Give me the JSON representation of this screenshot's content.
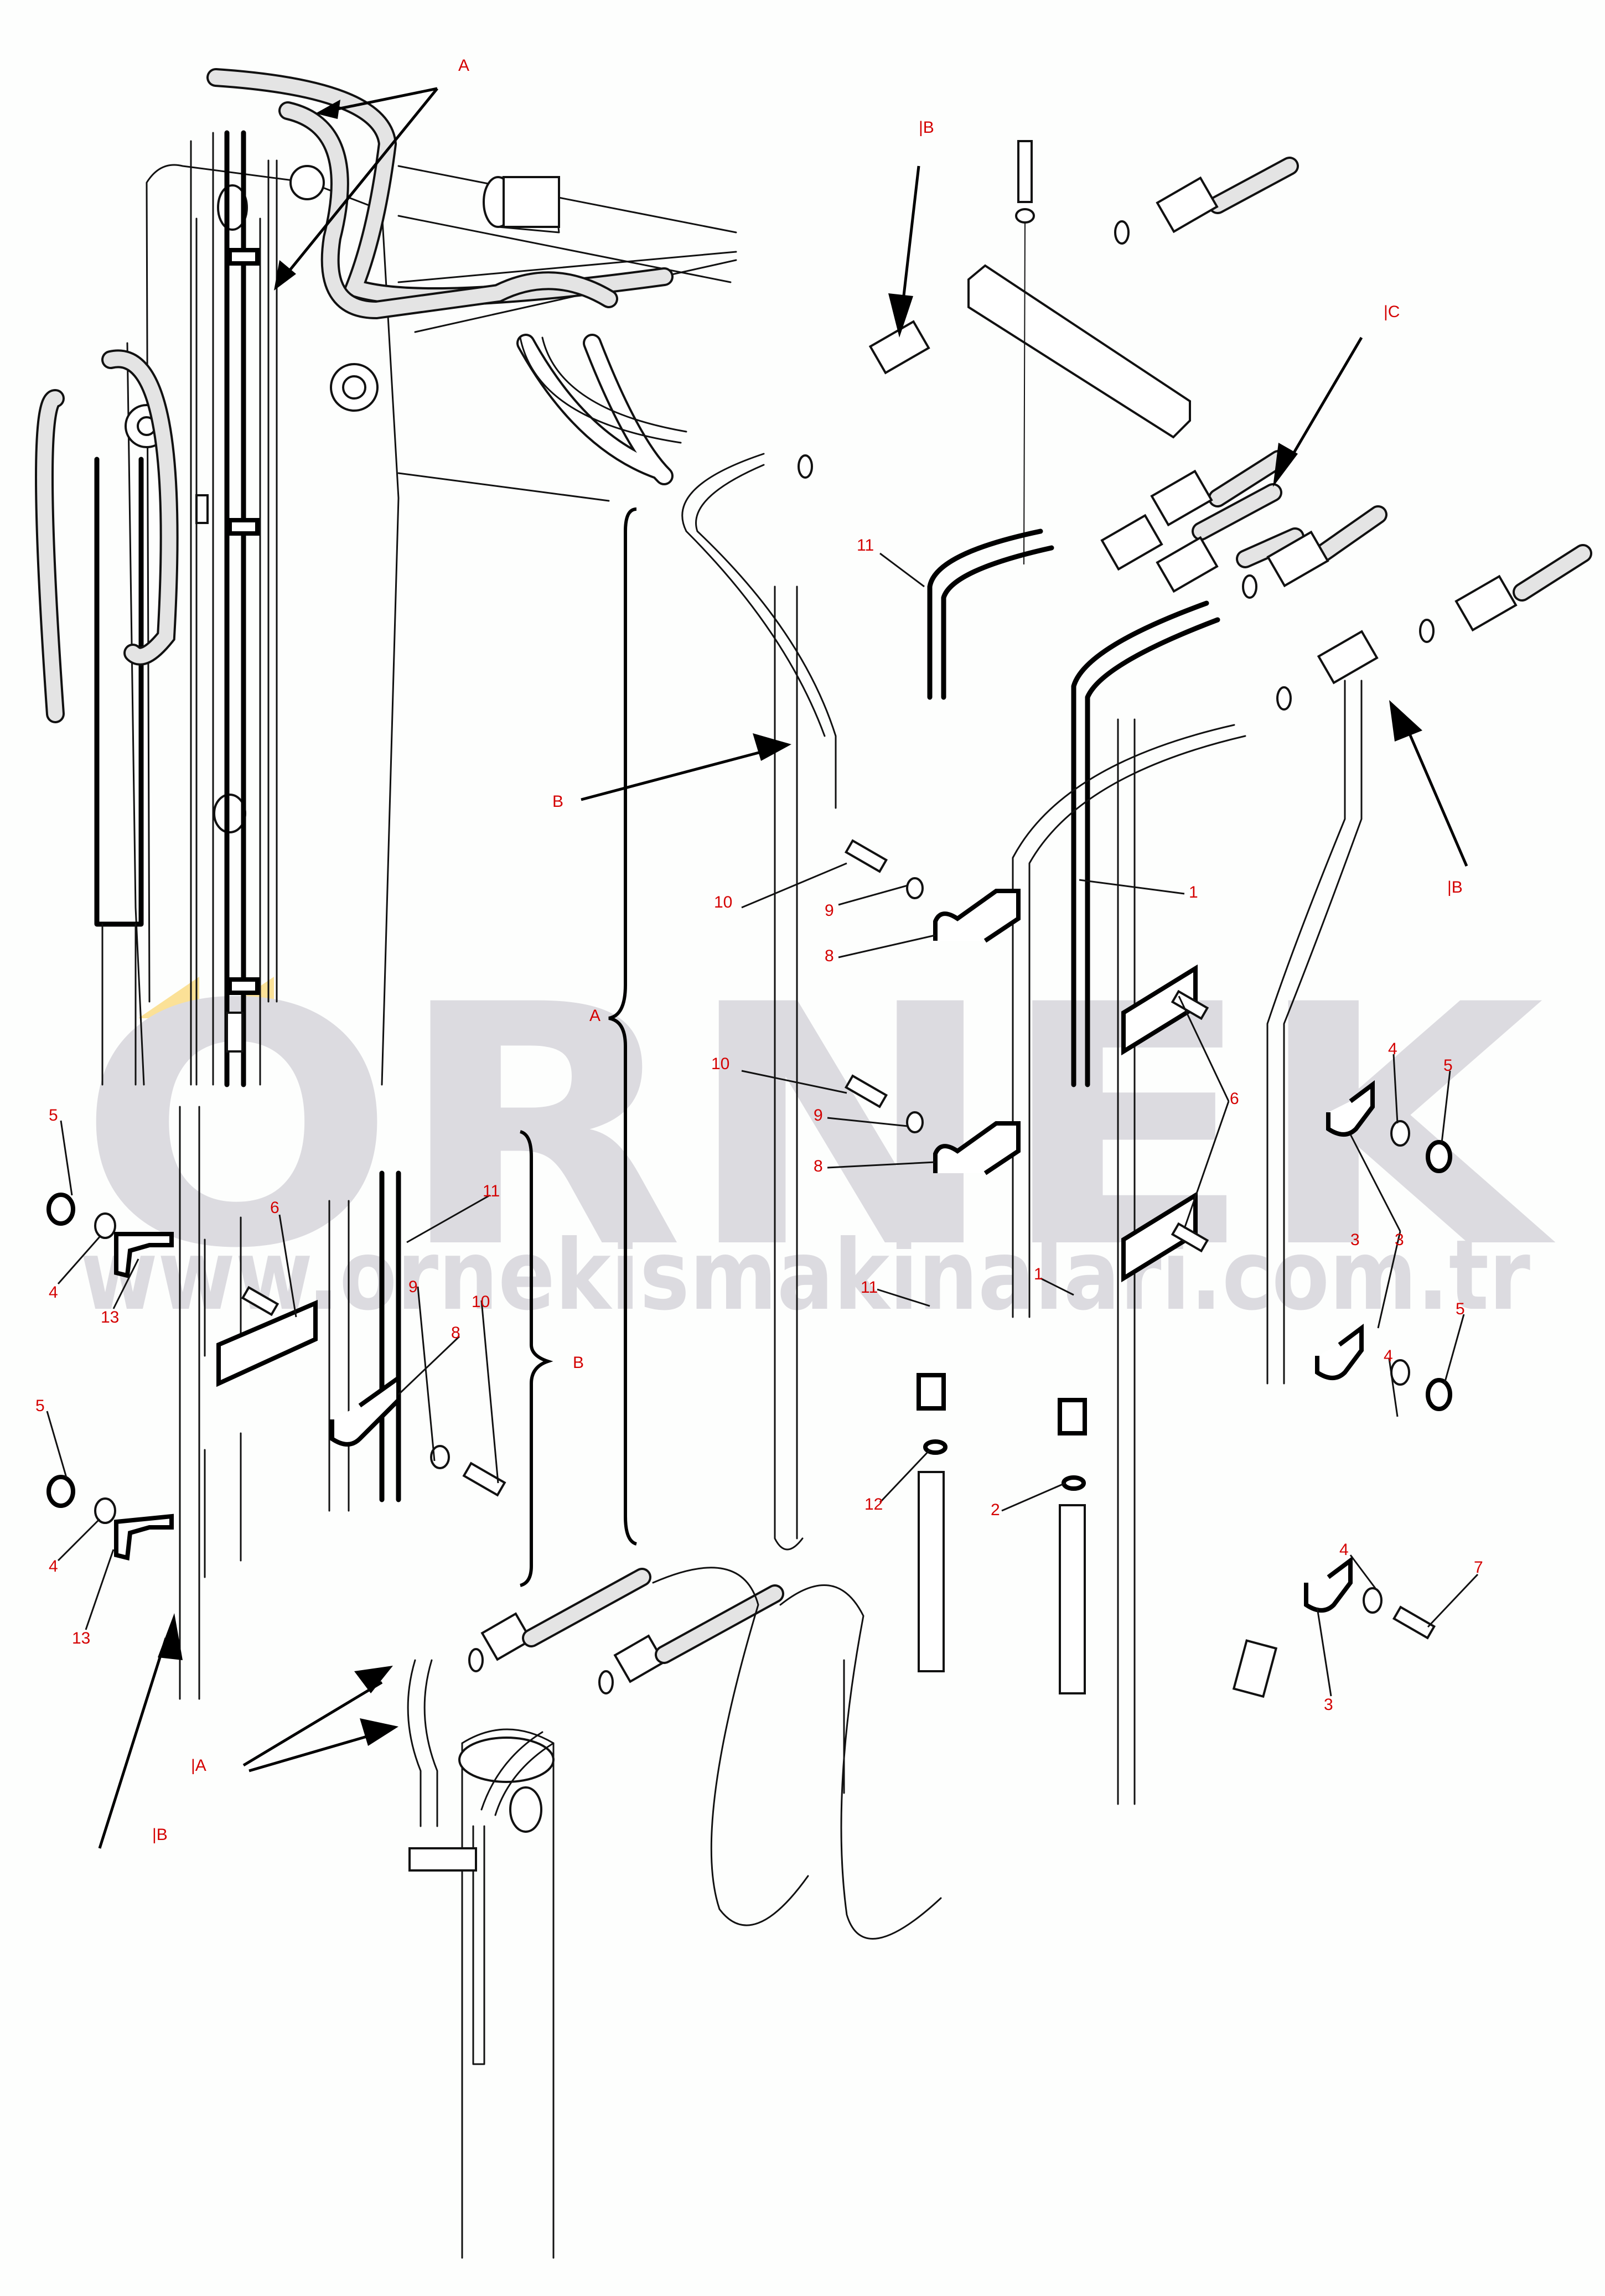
{
  "diagram": {
    "title": "Boom hydraulic hose routing - exploded parts view",
    "watermark": {
      "brand": "ORNEK",
      "url": "www.ornekismakinalari.com.tr",
      "color": "#dcdbe0",
      "accent_color": "#f9d774"
    },
    "label_color": "#d40000",
    "callouts": [
      {
        "id": "view-a-top",
        "text": "A",
        "kind": "view-reference"
      },
      {
        "id": "view-b-top",
        "text": "|B",
        "kind": "view-reference"
      },
      {
        "id": "view-c",
        "text": "|C",
        "kind": "view-reference"
      },
      {
        "id": "part-11-upper",
        "text": "11",
        "kind": "part"
      },
      {
        "id": "group-b-upper",
        "text": "B",
        "kind": "group-reference"
      },
      {
        "id": "part-10-a",
        "text": "10",
        "kind": "part"
      },
      {
        "id": "part-9-a",
        "text": "9",
        "kind": "part"
      },
      {
        "id": "part-8-a",
        "text": "8",
        "kind": "part"
      },
      {
        "id": "part-1-upper",
        "text": "1",
        "kind": "part"
      },
      {
        "id": "view-b-right",
        "text": "|B",
        "kind": "view-reference"
      },
      {
        "id": "group-a-brace",
        "text": "A",
        "kind": "group-reference"
      },
      {
        "id": "part-10-b",
        "text": "10",
        "kind": "part"
      },
      {
        "id": "part-9-b",
        "text": "9",
        "kind": "part"
      },
      {
        "id": "part-8-b",
        "text": "8",
        "kind": "part"
      },
      {
        "id": "part-6-right",
        "text": "6",
        "kind": "part"
      },
      {
        "id": "part-4-right-a",
        "text": "4",
        "kind": "part"
      },
      {
        "id": "part-5-right-a",
        "text": "5",
        "kind": "part"
      },
      {
        "id": "part-3-right-a",
        "text": "3",
        "kind": "part"
      },
      {
        "id": "part-5-left-a",
        "text": "5",
        "kind": "part"
      },
      {
        "id": "part-4-left-a",
        "text": "4",
        "kind": "part"
      },
      {
        "id": "part-13-a",
        "text": "13",
        "kind": "part"
      },
      {
        "id": "part-6-left",
        "text": "6",
        "kind": "part"
      },
      {
        "id": "part-11-left",
        "text": "11",
        "kind": "part"
      },
      {
        "id": "part-8-left",
        "text": "8",
        "kind": "part"
      },
      {
        "id": "group-b-brace",
        "text": "B",
        "kind": "group-reference"
      },
      {
        "id": "part-9-left",
        "text": "9",
        "kind": "part"
      },
      {
        "id": "part-10-left",
        "text": "10",
        "kind": "part"
      },
      {
        "id": "part-5-left-b",
        "text": "5",
        "kind": "part"
      },
      {
        "id": "part-4-left-b",
        "text": "4",
        "kind": "part"
      },
      {
        "id": "part-13-b",
        "text": "13",
        "kind": "part"
      },
      {
        "id": "part-11-lower",
        "text": "11",
        "kind": "part"
      },
      {
        "id": "part-1-lower",
        "text": "1",
        "kind": "part"
      },
      {
        "id": "part-5-right-b",
        "text": "5",
        "kind": "part"
      },
      {
        "id": "part-3-right-b",
        "text": "3",
        "kind": "part"
      },
      {
        "id": "part-4-right-b",
        "text": "4",
        "kind": "part"
      },
      {
        "id": "part-12",
        "text": "12",
        "kind": "part"
      },
      {
        "id": "part-2",
        "text": "2",
        "kind": "part"
      },
      {
        "id": "part-4-right-c",
        "text": "4",
        "kind": "part"
      },
      {
        "id": "part-7",
        "text": "7",
        "kind": "part"
      },
      {
        "id": "part-3-right-c",
        "text": "3",
        "kind": "part"
      },
      {
        "id": "view-b-bottom",
        "text": "|B",
        "kind": "view-reference"
      },
      {
        "id": "view-a-bottom",
        "text": "|A",
        "kind": "view-reference"
      }
    ]
  }
}
